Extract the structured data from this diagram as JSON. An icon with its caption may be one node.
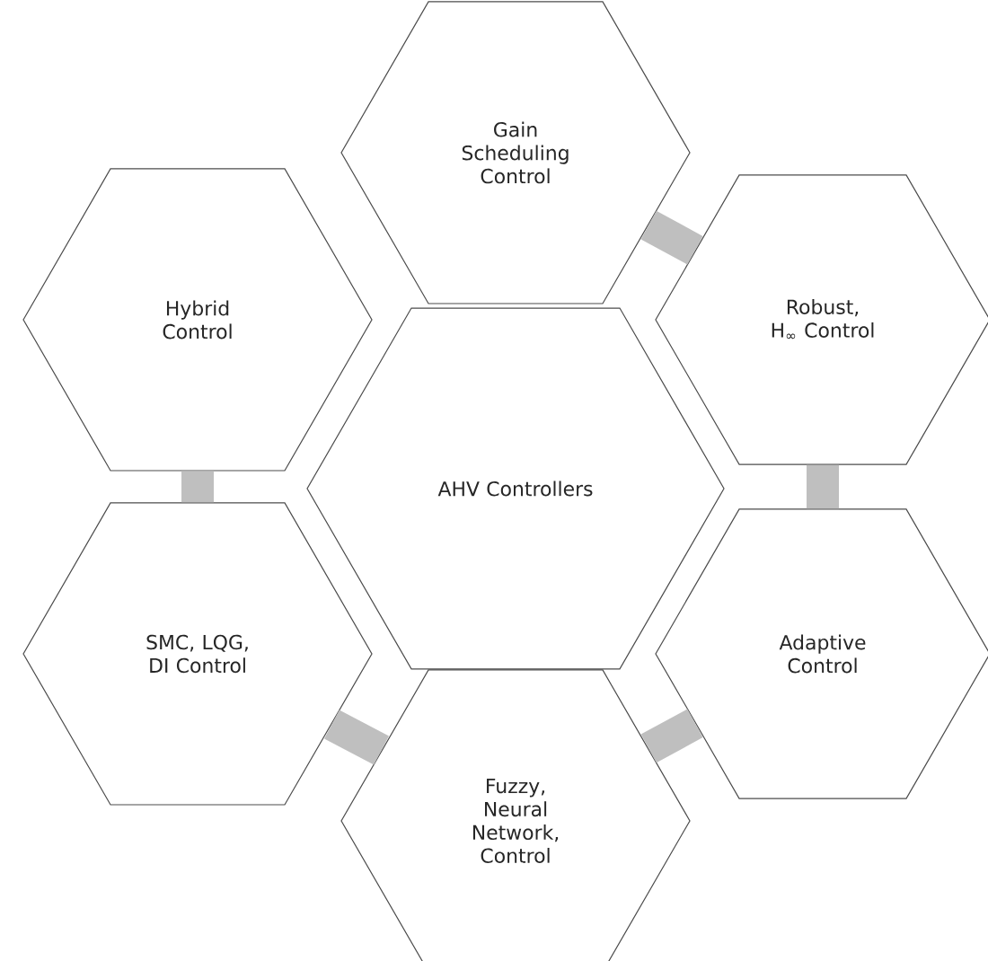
{
  "diagram": {
    "nodes": [
      {
        "text": [
          "Gain Scheduling Control"
        ]
      },
      {
        "text": [
          "Hybrid Control"
        ]
      },
      {
        "text": [
          "Robust, H$_{∞}$ Control"
        ]
      },
      {
        "text": [
          "AHV Controllers"
        ]
      },
      {
        "text": [
          "SMC, LQG, DI Control"
        ]
      },
      {
        "text": [
          "Adaptive Control"
        ]
      },
      {
        "text": [
          "Fuzzy, Neural Network, Control"
        ]
      }
    ],
    "edges": [
      {
        "from": 0,
        "to": 2,
        "arrow": "none"
      },
      {
        "from": 2,
        "to": 5,
        "arrow": "none"
      },
      {
        "from": 5,
        "to": 6,
        "arrow": "none"
      },
      {
        "from": 6,
        "to": 4,
        "arrow": "none"
      },
      {
        "from": 4,
        "to": 1,
        "arrow": "none"
      }
    ]
  }
}
